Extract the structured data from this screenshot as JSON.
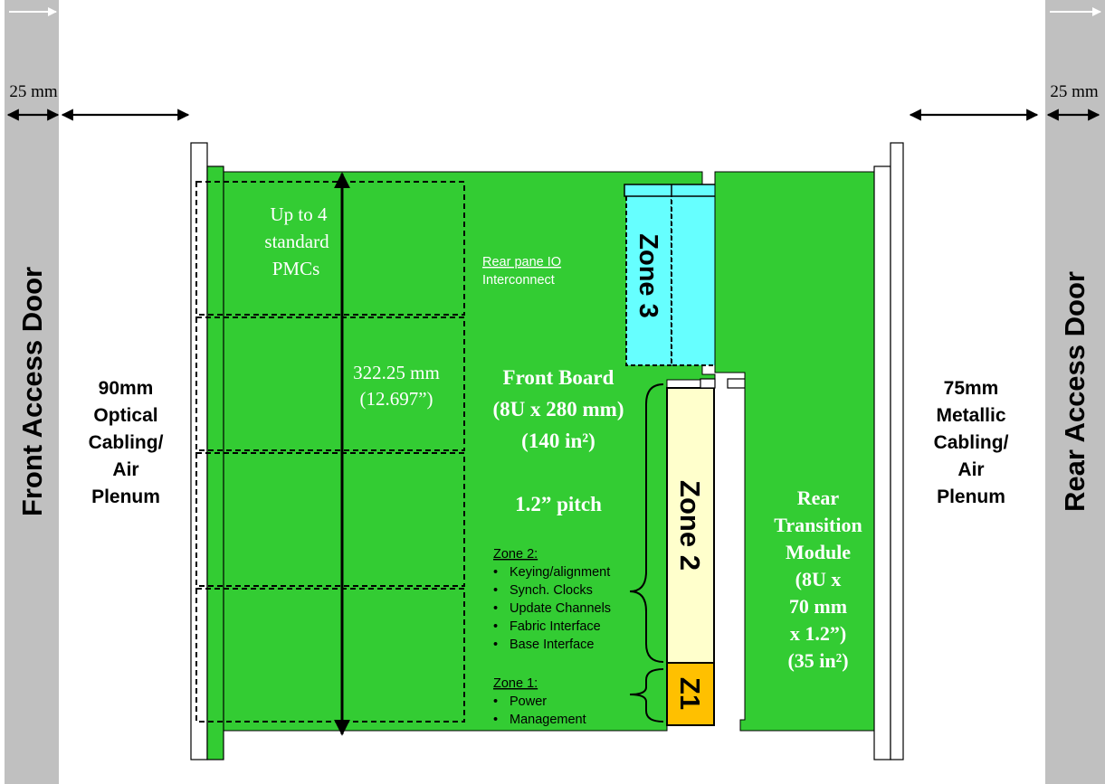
{
  "doors": {
    "front_label": "Front Access Door",
    "rear_label": "Rear Access Door"
  },
  "dimensions": {
    "front_door_width": "25 mm",
    "rear_door_width": "25 mm",
    "board_height_value": "322.25 mm",
    "board_height_inches": "(12.697”)"
  },
  "plenums": {
    "front": [
      "90mm",
      "Optical",
      "Cabling/",
      "Air",
      "Plenum"
    ],
    "rear": [
      "75mm",
      "Metallic",
      "Cabling/",
      "Air",
      "Plenum"
    ]
  },
  "pmc": {
    "lines": [
      "Up to 4",
      "standard",
      "PMCs"
    ]
  },
  "rear_io": {
    "line1": "Rear pane  IO",
    "line2": "Interconnect"
  },
  "front_board": {
    "lines": [
      "Front Board",
      "(8U x 280 mm)",
      "(140 in²)"
    ],
    "pitch": "1.2” pitch"
  },
  "zones": {
    "zone3": "Zone 3",
    "zone2": "Zone 2",
    "zone1": "Z1",
    "zone2_title": "Zone 2:",
    "zone2_items": [
      "Keying/alignment",
      "Synch. Clocks",
      "Update Channels",
      "Fabric Interface",
      "Base Interface"
    ],
    "zone1_title": "Zone 1:",
    "zone1_items": [
      "Power",
      "Management"
    ]
  },
  "rtm": {
    "lines": [
      "Rear",
      "Transition",
      "Module",
      "(8U x",
      "70 mm",
      "x 1.2”)",
      "(35 in²)"
    ]
  },
  "colors": {
    "board_green": "#33cc33",
    "door_gray": "#c0c0c0",
    "zone3_cyan": "#66ffff",
    "zone2_cream": "#ffffcc",
    "zone1_gold": "#ffc000",
    "label_white": "#ffffff"
  },
  "bullet": "•"
}
